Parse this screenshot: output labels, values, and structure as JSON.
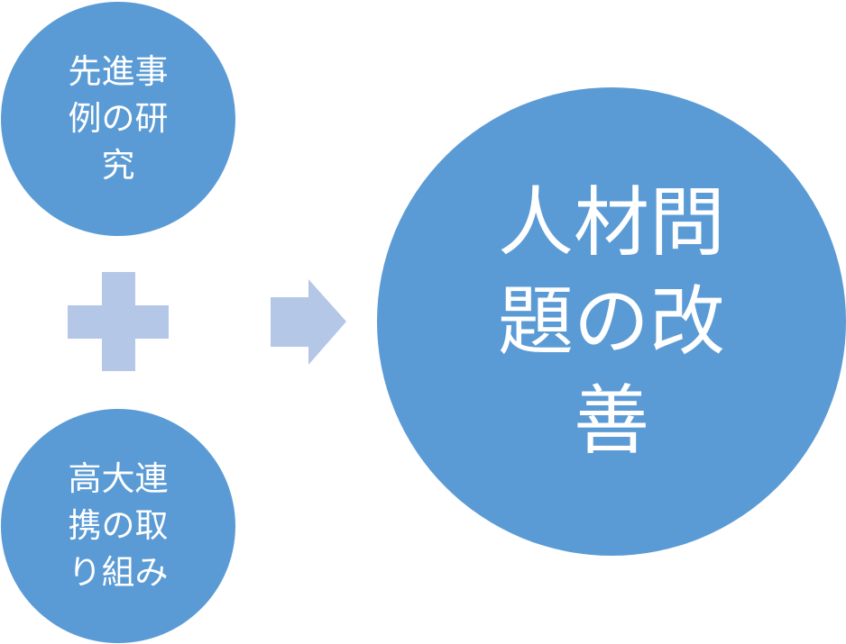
{
  "circles": {
    "top": {
      "lines": [
        "先進事",
        "例の研",
        "究"
      ]
    },
    "bottom": {
      "lines": [
        "高大連",
        "携の取",
        "り組み"
      ]
    },
    "result": {
      "lines": [
        "人材問",
        "題の改",
        "善"
      ]
    }
  },
  "colors": {
    "circle": "#5B9BD5",
    "connector": "#B4C7E7"
  }
}
